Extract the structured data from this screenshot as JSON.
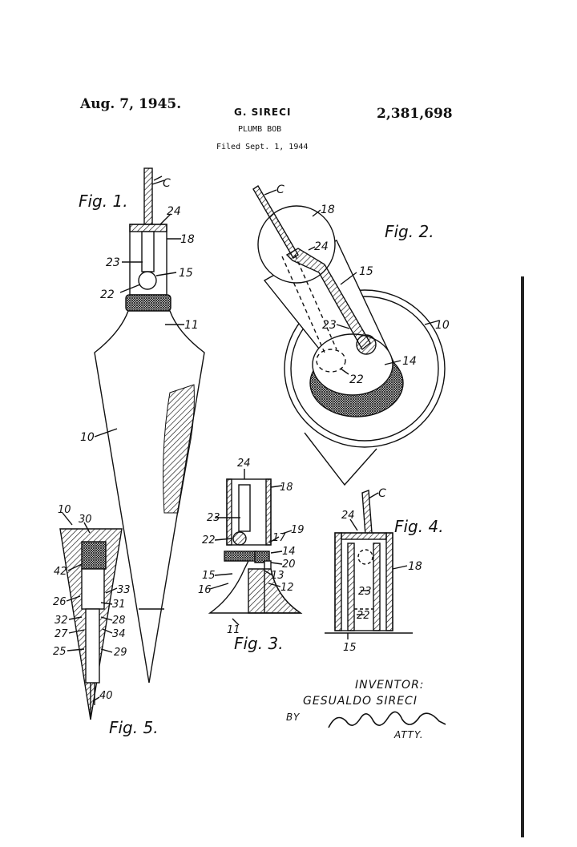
{
  "header": {
    "date": "Aug. 7, 1945.",
    "inventor_header": "G. SIRECI",
    "patent_number": "2,381,698",
    "title": "PLUMB BOB",
    "filed": "Filed Sept. 1, 1944"
  },
  "figures": {
    "fig1": {
      "label": "Fig. 1.",
      "refs": {
        "c": "C",
        "r24": "24",
        "r18": "18",
        "r23": "23",
        "r15": "15",
        "r22": "22",
        "r11": "11",
        "r10": "10"
      }
    },
    "fig2": {
      "label": "Fig. 2.",
      "refs": {
        "c": "C",
        "r18": "18",
        "r24": "24",
        "r15": "15",
        "r10": "10",
        "r23": "23",
        "r14": "14",
        "r22": "22"
      }
    },
    "fig3": {
      "label": "Fig. 3.",
      "refs": {
        "r24": "24",
        "r18": "18",
        "r23": "23",
        "r22": "22",
        "r17": "17",
        "r19": "19",
        "r14": "14",
        "r20": "20",
        "r15": "15",
        "r13": "13",
        "r16": "16",
        "r12": "12",
        "r11": "11"
      }
    },
    "fig4": {
      "label": "Fig. 4.",
      "refs": {
        "c": "C",
        "r24": "24",
        "r18": "18",
        "r23": "23",
        "r22": "22",
        "r15": "15"
      }
    },
    "fig5": {
      "label": "Fig. 5.",
      "refs": {
        "r10": "10",
        "r30": "30",
        "r42": "42",
        "r33": "33",
        "r26": "26",
        "r31": "31",
        "r32": "32",
        "r28": "28",
        "r27": "27",
        "r34": "34",
        "r25": "25",
        "r29": "29",
        "r40": "40"
      }
    }
  },
  "inventor": {
    "label": "INVENTOR:",
    "name": "GESUALDO SIRECI",
    "by": "BY",
    "atty": "ATTY."
  }
}
